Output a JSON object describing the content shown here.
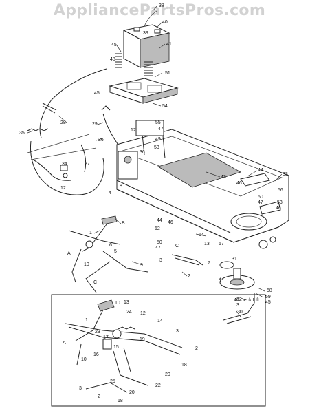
{
  "watermark": "AppliancePartsPros.com",
  "inset": {
    "title": "46 Deck Lift"
  },
  "callouts": [
    {
      "id": "c38",
      "text": "38"
    },
    {
      "id": "c40",
      "text": "40"
    },
    {
      "id": "c39",
      "text": "39"
    },
    {
      "id": "c41",
      "text": "41"
    },
    {
      "id": "c45a",
      "text": "45"
    },
    {
      "id": "c48",
      "text": "48"
    },
    {
      "id": "c51",
      "text": "51"
    },
    {
      "id": "c45b",
      "text": "45"
    },
    {
      "id": "c54",
      "text": "54"
    },
    {
      "id": "c29",
      "text": "29"
    },
    {
      "id": "c28",
      "text": "28"
    },
    {
      "id": "c35",
      "text": "35"
    },
    {
      "id": "c26",
      "text": "26"
    },
    {
      "id": "c55",
      "text": "55"
    },
    {
      "id": "c12a",
      "text": "12"
    },
    {
      "id": "c47a",
      "text": "47"
    },
    {
      "id": "c49",
      "text": "49"
    },
    {
      "id": "c53",
      "text": "53"
    },
    {
      "id": "c36",
      "text": "36"
    },
    {
      "id": "c34",
      "text": "34"
    },
    {
      "id": "c12b",
      "text": "12"
    },
    {
      "id": "c27",
      "text": "27"
    },
    {
      "id": "c8",
      "text": "8"
    },
    {
      "id": "c4",
      "text": "4"
    },
    {
      "id": "c43",
      "text": "43"
    },
    {
      "id": "c44a",
      "text": "44"
    },
    {
      "id": "c46a",
      "text": "46"
    },
    {
      "id": "c33",
      "text": "33"
    },
    {
      "id": "c56",
      "text": "56"
    },
    {
      "id": "c50a",
      "text": "50"
    },
    {
      "id": "c47b",
      "text": "47"
    },
    {
      "id": "c53b",
      "text": "53"
    },
    {
      "id": "c46b",
      "text": "46"
    },
    {
      "id": "c44b",
      "text": "44"
    },
    {
      "id": "c46c",
      "text": "46"
    },
    {
      "id": "c52",
      "text": "52"
    },
    {
      "id": "c50b",
      "text": "50"
    },
    {
      "id": "c47c",
      "text": "47"
    },
    {
      "id": "c14",
      "text": "14"
    },
    {
      "id": "c13",
      "text": "13"
    },
    {
      "id": "c57",
      "text": "57"
    },
    {
      "id": "c1",
      "text": "1"
    },
    {
      "id": "cB",
      "text": "B"
    },
    {
      "id": "c6",
      "text": "6"
    },
    {
      "id": "c5",
      "text": "5"
    },
    {
      "id": "cA",
      "text": "A"
    },
    {
      "id": "c10",
      "text": "10"
    },
    {
      "id": "c9",
      "text": "9"
    },
    {
      "id": "cC",
      "text": "C"
    },
    {
      "id": "c3a",
      "text": "3"
    },
    {
      "id": "cCb",
      "text": "C"
    },
    {
      "id": "c7",
      "text": "7"
    },
    {
      "id": "c2a",
      "text": "2"
    },
    {
      "id": "c31",
      "text": "31"
    },
    {
      "id": "c37",
      "text": "37"
    },
    {
      "id": "c58",
      "text": "58"
    },
    {
      "id": "c59",
      "text": "59"
    },
    {
      "id": "c45c",
      "text": "45"
    },
    {
      "id": "c32",
      "text": "32"
    },
    {
      "id": "c3b",
      "text": "3"
    },
    {
      "id": "c30",
      "text": "30"
    },
    {
      "id": "i10",
      "text": "10"
    },
    {
      "id": "i13",
      "text": "13"
    },
    {
      "id": "i24",
      "text": "24"
    },
    {
      "id": "i12",
      "text": "12"
    },
    {
      "id": "i14",
      "text": "14"
    },
    {
      "id": "i1",
      "text": "1"
    },
    {
      "id": "i23",
      "text": "23"
    },
    {
      "id": "i17",
      "text": "17"
    },
    {
      "id": "i19",
      "text": "19"
    },
    {
      "id": "i3a",
      "text": "3"
    },
    {
      "id": "iA",
      "text": "A"
    },
    {
      "id": "i15",
      "text": "15"
    },
    {
      "id": "i16",
      "text": "16"
    },
    {
      "id": "i2a",
      "text": "2"
    },
    {
      "id": "i10b",
      "text": "10"
    },
    {
      "id": "i18a",
      "text": "18"
    },
    {
      "id": "i20a",
      "text": "20"
    },
    {
      "id": "i22",
      "text": "22"
    },
    {
      "id": "i25",
      "text": "25"
    },
    {
      "id": "i3b",
      "text": "3"
    },
    {
      "id": "i20b",
      "text": "20"
    },
    {
      "id": "i2b",
      "text": "2"
    },
    {
      "id": "i18b",
      "text": "18"
    }
  ]
}
